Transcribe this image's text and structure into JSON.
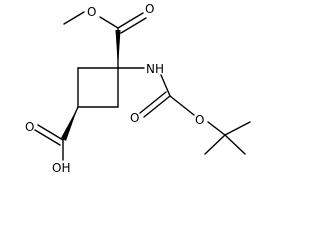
{
  "molecule": {
    "atom_labels": {
      "carbonyl_o_top": "O",
      "ester_o": "O",
      "amine_nh": "NH",
      "carbamate_o_carbonyl": "O",
      "carbamate_o_ester": "O",
      "acid_o_carbonyl": "O",
      "acid_oh": "OH"
    },
    "bond_color": "#000000",
    "background": "#ffffff"
  }
}
